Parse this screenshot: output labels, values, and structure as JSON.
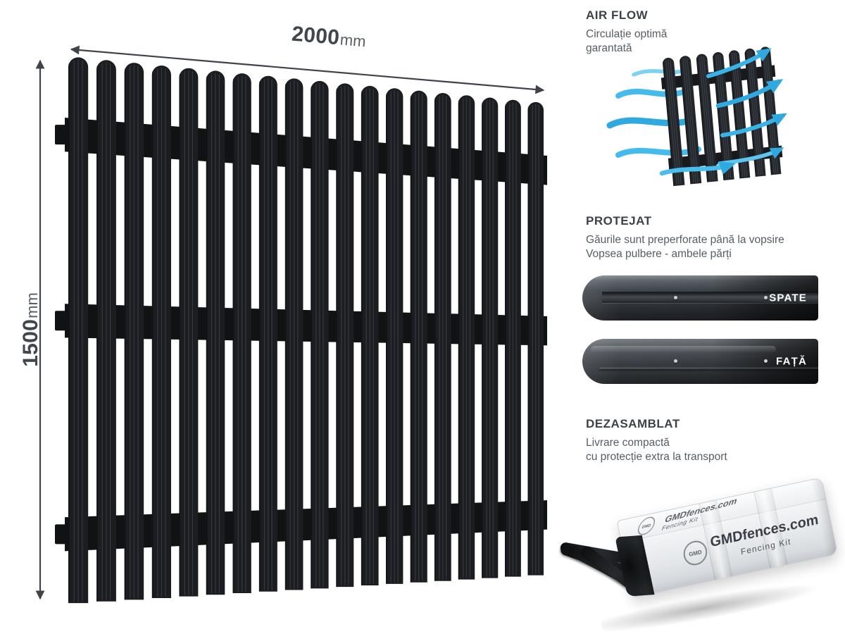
{
  "dimension_labels": {
    "width_value": "2000",
    "width_unit": "mm",
    "height_value": "1500",
    "height_unit": "mm"
  },
  "features": {
    "airflow": {
      "title": "AIR FLOW",
      "line1": "Circulație optimă",
      "line2": "garantată"
    },
    "protected": {
      "title": "PROTEJAT",
      "line1": "Găurile sunt preperforate până la vopsire",
      "line2": "Vopsea pulbere - ambele părți",
      "slat_back_label": "SPATE",
      "slat_front_label": "FAȚĂ"
    },
    "disassembled": {
      "title": "DEZASAMBLAT",
      "line1": "Livrare compactă",
      "line2": "cu protecție extra la transport",
      "package_brand": "GMDfences.com",
      "package_kit": "Fencing Kit",
      "package_logo": "GMD"
    }
  },
  "colors": {
    "picket": "#1b1d20",
    "rail": "#101214",
    "ridge": "#3c4046",
    "airflow_arrow": "#2fa9e0",
    "dimension_arrow": "#3f444b",
    "heading_text": "#3d4248",
    "body_text": "#575d63",
    "slat_label_text": "#ffffff"
  }
}
